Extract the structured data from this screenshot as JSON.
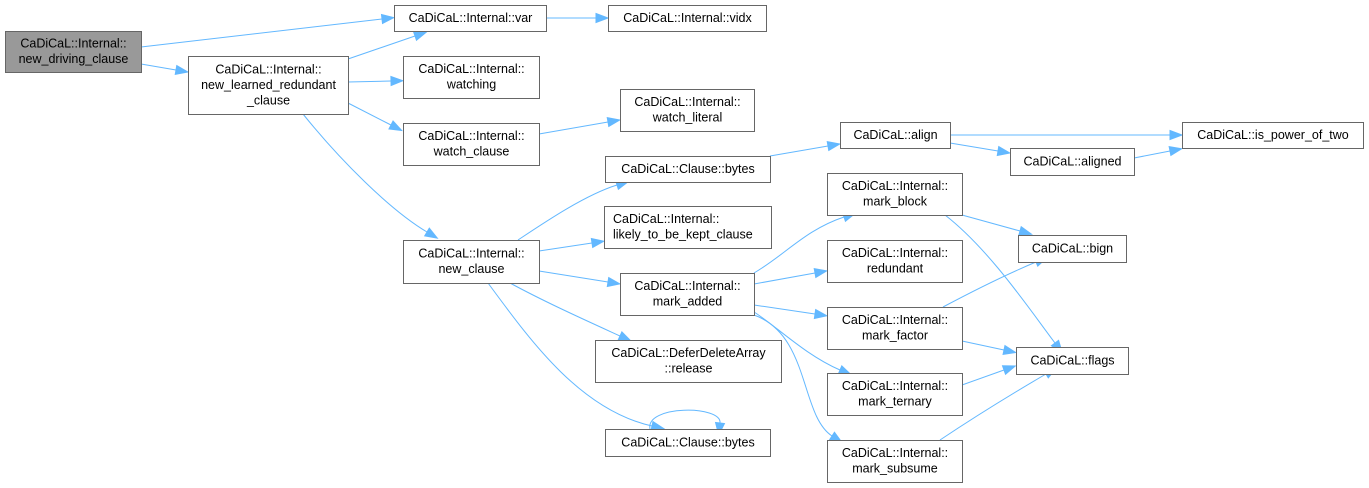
{
  "graph": {
    "title": "Call graph: CaDiCaL::Internal::new_driving_clause",
    "colors": {
      "edge": "#63b8ff",
      "root_fill": "#999999",
      "node_fill": "#ffffff",
      "node_border": "#666666"
    },
    "nodes": [
      {
        "id": "new_driving_clause",
        "lines": [
          "CaDiCaL::Internal::",
          "new_driving_clause"
        ],
        "root": true
      },
      {
        "id": "new_learned_redundant_clause",
        "lines": [
          "CaDiCaL::Internal::",
          "new_learned_redundant",
          "_clause"
        ]
      },
      {
        "id": "var",
        "lines": [
          "CaDiCaL::Internal::var"
        ]
      },
      {
        "id": "vidx",
        "lines": [
          "CaDiCaL::Internal::vidx"
        ]
      },
      {
        "id": "watching",
        "lines": [
          "CaDiCaL::Internal::",
          "watching"
        ]
      },
      {
        "id": "watch_clause",
        "lines": [
          "CaDiCaL::Internal::",
          "watch_clause"
        ]
      },
      {
        "id": "watch_literal",
        "lines": [
          "CaDiCaL::Internal::",
          "watch_literal"
        ]
      },
      {
        "id": "new_clause",
        "lines": [
          "CaDiCaL::Internal::",
          "new_clause"
        ]
      },
      {
        "id": "clause_bytes_top",
        "lines": [
          "CaDiCaL::Clause::bytes"
        ]
      },
      {
        "id": "likely_to_be_kept_clause",
        "lines": [
          "CaDiCaL::Internal::",
          "likely_to_be_kept_clause"
        ],
        "align": "left"
      },
      {
        "id": "mark_added",
        "lines": [
          "CaDiCaL::Internal::",
          "mark_added"
        ]
      },
      {
        "id": "defer_release",
        "lines": [
          "CaDiCaL::DeferDeleteArray",
          "::release"
        ]
      },
      {
        "id": "clause_bytes_bottom",
        "lines": [
          "CaDiCaL::Clause::bytes"
        ]
      },
      {
        "id": "align",
        "lines": [
          "CaDiCaL::align"
        ]
      },
      {
        "id": "aligned",
        "lines": [
          "CaDiCaL::aligned"
        ]
      },
      {
        "id": "is_power_of_two",
        "lines": [
          "CaDiCaL::is_power_of_two"
        ]
      },
      {
        "id": "mark_block",
        "lines": [
          "CaDiCaL::Internal::",
          "mark_block"
        ]
      },
      {
        "id": "redundant",
        "lines": [
          "CaDiCaL::Internal::",
          "redundant"
        ]
      },
      {
        "id": "mark_factor",
        "lines": [
          "CaDiCaL::Internal::",
          "mark_factor"
        ]
      },
      {
        "id": "mark_ternary",
        "lines": [
          "CaDiCaL::Internal::",
          "mark_ternary"
        ]
      },
      {
        "id": "mark_subsume",
        "lines": [
          "CaDiCaL::Internal::",
          "mark_subsume"
        ]
      },
      {
        "id": "bign",
        "lines": [
          "CaDiCaL::bign"
        ]
      },
      {
        "id": "flags",
        "lines": [
          "CaDiCaL::flags"
        ]
      }
    ],
    "edges": [
      {
        "from": "new_driving_clause",
        "to": "var"
      },
      {
        "from": "new_driving_clause",
        "to": "new_learned_redundant_clause"
      },
      {
        "from": "new_learned_redundant_clause",
        "to": "var"
      },
      {
        "from": "new_learned_redundant_clause",
        "to": "watching"
      },
      {
        "from": "new_learned_redundant_clause",
        "to": "watch_clause"
      },
      {
        "from": "new_learned_redundant_clause",
        "to": "new_clause"
      },
      {
        "from": "var",
        "to": "vidx"
      },
      {
        "from": "watch_clause",
        "to": "watch_literal"
      },
      {
        "from": "new_clause",
        "to": "clause_bytes_top"
      },
      {
        "from": "new_clause",
        "to": "likely_to_be_kept_clause"
      },
      {
        "from": "new_clause",
        "to": "mark_added"
      },
      {
        "from": "new_clause",
        "to": "defer_release"
      },
      {
        "from": "new_clause",
        "to": "clause_bytes_bottom"
      },
      {
        "from": "clause_bytes_bottom",
        "to": "clause_bytes_bottom"
      },
      {
        "from": "clause_bytes_top",
        "to": "align"
      },
      {
        "from": "align",
        "to": "is_power_of_two"
      },
      {
        "from": "align",
        "to": "aligned"
      },
      {
        "from": "aligned",
        "to": "is_power_of_two"
      },
      {
        "from": "mark_added",
        "to": "mark_block"
      },
      {
        "from": "mark_added",
        "to": "redundant"
      },
      {
        "from": "mark_added",
        "to": "mark_factor"
      },
      {
        "from": "mark_added",
        "to": "mark_ternary"
      },
      {
        "from": "mark_added",
        "to": "mark_subsume"
      },
      {
        "from": "mark_block",
        "to": "bign"
      },
      {
        "from": "mark_block",
        "to": "flags"
      },
      {
        "from": "mark_factor",
        "to": "bign"
      },
      {
        "from": "mark_factor",
        "to": "flags"
      },
      {
        "from": "mark_ternary",
        "to": "flags"
      },
      {
        "from": "mark_subsume",
        "to": "flags"
      }
    ]
  }
}
